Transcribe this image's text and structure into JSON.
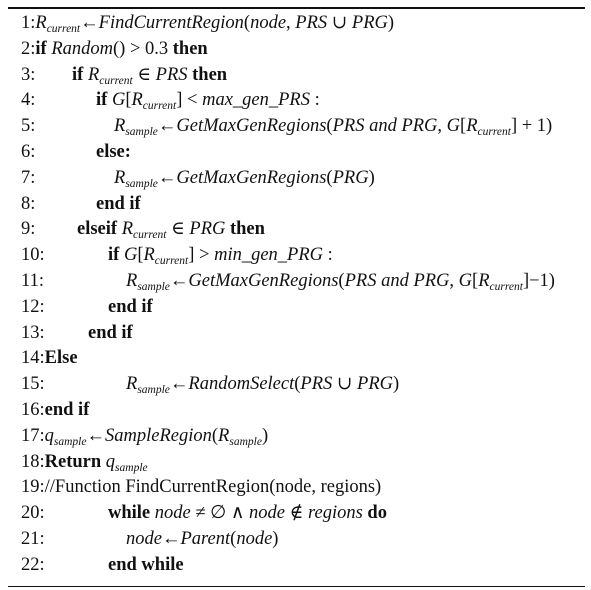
{
  "lines": [
    {
      "num": "1:",
      "layout": "tight",
      "indent": 0,
      "tokens": [
        {
          "t": "R",
          "s": "it"
        },
        {
          "t": "current",
          "s": "sub"
        },
        {
          "t": "←",
          "s": "m"
        },
        {
          "t": "FindCurrentRegion",
          "s": "it"
        },
        {
          "t": "(",
          "s": "m"
        },
        {
          "t": "node",
          "s": "it"
        },
        {
          "t": ", ",
          "s": "m"
        },
        {
          "t": "PRS",
          "s": "it"
        },
        {
          "t": " ∪ ",
          "s": "m"
        },
        {
          "t": "PRG",
          "s": "it"
        },
        {
          "t": ")",
          "s": "m"
        }
      ]
    },
    {
      "num": "2:",
      "layout": "tight",
      "indent": 0,
      "tokens": [
        {
          "t": "if ",
          "s": "kw"
        },
        {
          "t": "Random",
          "s": "it"
        },
        {
          "t": "() > 0.3 ",
          "s": "m"
        },
        {
          "t": "then",
          "s": "kw"
        }
      ]
    },
    {
      "num": "3:",
      "layout": "col",
      "indent": 0,
      "tokens": [
        {
          "t": "if ",
          "s": "kw"
        },
        {
          "t": "R",
          "s": "it"
        },
        {
          "t": "current",
          "s": "sub"
        },
        {
          "t": " ∈ ",
          "s": "m"
        },
        {
          "t": "PRS",
          "s": "it"
        },
        {
          "t": " then",
          "s": "kw"
        }
      ]
    },
    {
      "num": "4:",
      "layout": "col",
      "indent": 24,
      "tokens": [
        {
          "t": "if ",
          "s": "kw"
        },
        {
          "t": "G",
          "s": "it"
        },
        {
          "t": "[",
          "s": "m"
        },
        {
          "t": "R",
          "s": "it"
        },
        {
          "t": "current",
          "s": "sub"
        },
        {
          "t": "] < ",
          "s": "m"
        },
        {
          "t": "max_gen_PRS",
          "s": "it"
        },
        {
          "t": " :",
          "s": "m"
        }
      ]
    },
    {
      "num": "5:",
      "layout": "col",
      "indent": 42,
      "tokens": [
        {
          "t": "R",
          "s": "it"
        },
        {
          "t": "sample",
          "s": "sub"
        },
        {
          "t": "←",
          "s": "m"
        },
        {
          "t": "GetMaxGenRegions",
          "s": "it"
        },
        {
          "t": "(",
          "s": "m"
        },
        {
          "t": "PRS and PRG",
          "s": "it"
        },
        {
          "t": ", ",
          "s": "m"
        },
        {
          "t": "G",
          "s": "it"
        },
        {
          "t": "[",
          "s": "m"
        },
        {
          "t": "R",
          "s": "it"
        },
        {
          "t": "current",
          "s": "sub"
        },
        {
          "t": "] + 1)",
          "s": "m"
        }
      ]
    },
    {
      "num": "6:",
      "layout": "col",
      "indent": 24,
      "tokens": [
        {
          "t": "else:",
          "s": "kw"
        }
      ]
    },
    {
      "num": "7:",
      "layout": "col",
      "indent": 42,
      "tokens": [
        {
          "t": "R",
          "s": "it"
        },
        {
          "t": "sample",
          "s": "sub"
        },
        {
          "t": "←",
          "s": "m"
        },
        {
          "t": "GetMaxGenRegions",
          "s": "it"
        },
        {
          "t": "(",
          "s": "m"
        },
        {
          "t": "PRG",
          "s": "it"
        },
        {
          "t": ")",
          "s": "m"
        }
      ]
    },
    {
      "num": "8:",
      "layout": "col",
      "indent": 24,
      "tokens": [
        {
          "t": "end if",
          "s": "kw"
        }
      ]
    },
    {
      "num": "9:",
      "layout": "col",
      "indent": 5,
      "tokens": [
        {
          "t": "elseif ",
          "s": "kw"
        },
        {
          "t": "R",
          "s": "it"
        },
        {
          "t": "current",
          "s": "sub"
        },
        {
          "t": " ∈ ",
          "s": "m"
        },
        {
          "t": "PRG",
          "s": "it"
        },
        {
          "t": " then",
          "s": "kw"
        }
      ]
    },
    {
      "num": "10:",
      "layout": "col",
      "indent": 36,
      "tokens": [
        {
          "t": "if ",
          "s": "kw"
        },
        {
          "t": "G",
          "s": "it"
        },
        {
          "t": "[",
          "s": "m"
        },
        {
          "t": "R",
          "s": "it"
        },
        {
          "t": "current",
          "s": "sub"
        },
        {
          "t": "] > ",
          "s": "m"
        },
        {
          "t": "min_gen_PRG",
          "s": "it"
        },
        {
          "t": " :",
          "s": "m"
        }
      ]
    },
    {
      "num": "11:",
      "layout": "col",
      "indent": 54,
      "tokens": [
        {
          "t": "R",
          "s": "it"
        },
        {
          "t": "sample",
          "s": "sub"
        },
        {
          "t": "←",
          "s": "m"
        },
        {
          "t": "GetMaxGenRegions",
          "s": "it"
        },
        {
          "t": "(",
          "s": "m"
        },
        {
          "t": "PRS and PRG",
          "s": "it"
        },
        {
          "t": ", ",
          "s": "m"
        },
        {
          "t": "G",
          "s": "it"
        },
        {
          "t": "[",
          "s": "m"
        },
        {
          "t": "R",
          "s": "it"
        },
        {
          "t": "current",
          "s": "sub"
        },
        {
          "t": "]−1)",
          "s": "m"
        }
      ]
    },
    {
      "num": "12:",
      "layout": "col",
      "indent": 36,
      "tokens": [
        {
          "t": "end if",
          "s": "kw"
        }
      ]
    },
    {
      "num": "13:",
      "layout": "col",
      "indent": 16,
      "tokens": [
        {
          "t": "end if",
          "s": "kw"
        }
      ]
    },
    {
      "num": "14:",
      "layout": "tight",
      "indent": 0,
      "tokens": [
        {
          "t": "Else",
          "s": "kw"
        }
      ]
    },
    {
      "num": "15:",
      "layout": "col",
      "indent": 54,
      "tokens": [
        {
          "t": "R",
          "s": "it"
        },
        {
          "t": "sample",
          "s": "sub"
        },
        {
          "t": "←",
          "s": "m"
        },
        {
          "t": "RandomSelect",
          "s": "it"
        },
        {
          "t": "(",
          "s": "m"
        },
        {
          "t": "PRS",
          "s": "it"
        },
        {
          "t": " ∪ ",
          "s": "m"
        },
        {
          "t": "PRG",
          "s": "it"
        },
        {
          "t": ")",
          "s": "m"
        }
      ]
    },
    {
      "num": "16:",
      "layout": "tight",
      "indent": 0,
      "tokens": [
        {
          "t": "end if",
          "s": "kw"
        }
      ]
    },
    {
      "num": "17:",
      "layout": "tight",
      "indent": 0,
      "tokens": [
        {
          "t": "q",
          "s": "it"
        },
        {
          "t": "sample",
          "s": "sub"
        },
        {
          "t": "←",
          "s": "m"
        },
        {
          "t": "SampleRegion",
          "s": "it"
        },
        {
          "t": "(",
          "s": "m"
        },
        {
          "t": "R",
          "s": "it"
        },
        {
          "t": "sample",
          "s": "sub"
        },
        {
          "t": ")",
          "s": "m"
        }
      ]
    },
    {
      "num": "18:",
      "layout": "tight",
      "indent": 0,
      "tokens": [
        {
          "t": "Return ",
          "s": "kw"
        },
        {
          "t": "q",
          "s": "it"
        },
        {
          "t": "sample",
          "s": "sub"
        }
      ]
    },
    {
      "num": "19:",
      "layout": "tight",
      "indent": 0,
      "tokens": [
        {
          "t": "//Function FindCurrentRegion(node, regions)",
          "s": "m"
        }
      ]
    },
    {
      "num": "20:",
      "layout": "col",
      "indent": 36,
      "tokens": [
        {
          "t": "while ",
          "s": "kw"
        },
        {
          "t": "node",
          "s": "it"
        },
        {
          "t": " ≠ ∅ ∧ ",
          "s": "m"
        },
        {
          "t": "node",
          "s": "it"
        },
        {
          "t": " ∉ ",
          "s": "m"
        },
        {
          "t": "regions",
          "s": "it"
        },
        {
          "t": " do",
          "s": "kw"
        }
      ]
    },
    {
      "num": "21:",
      "layout": "col",
      "indent": 54,
      "tokens": [
        {
          "t": "node",
          "s": "it"
        },
        {
          "t": "←",
          "s": "m"
        },
        {
          "t": "Parent",
          "s": "it"
        },
        {
          "t": "(",
          "s": "m"
        },
        {
          "t": "node",
          "s": "it"
        },
        {
          "t": ")",
          "s": "m"
        }
      ]
    },
    {
      "num": "22:",
      "layout": "col",
      "indent": 36,
      "tokens": [
        {
          "t": "end while",
          "s": "kw"
        }
      ]
    }
  ]
}
